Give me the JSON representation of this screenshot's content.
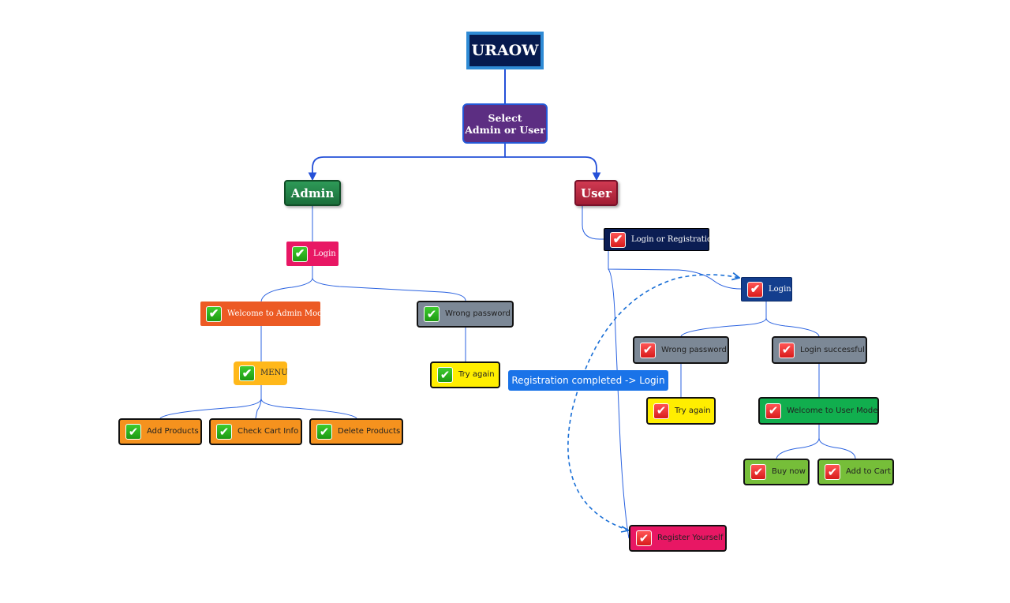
{
  "diagram": {
    "root": {
      "label": "URAOW"
    },
    "select": {
      "label": "Select Admin or User"
    },
    "admin": {
      "label": "Admin",
      "login": "Login",
      "welcome": "Welcome to Admin Mode",
      "wrong_password": "Wrong password",
      "menu": "MENU",
      "try_again": "Try again",
      "add_products": "Add Products",
      "check_cart_info": "Check Cart Info",
      "delete_products": "Delete Products"
    },
    "user": {
      "label": "User",
      "login_or_registration": "Login or Registration",
      "login": "Login",
      "wrong_password": "Wrong password",
      "login_successful": "Login successful",
      "try_again": "Try again",
      "welcome": "Welcome to User Mode",
      "buy_now": "Buy now",
      "add_to_cart": "Add to Cart",
      "register_yourself": "Register Yourself"
    },
    "annotation": {
      "label": "Registration completed -> Login"
    }
  },
  "icons": {
    "admin_branch": "green-check-icon",
    "user_branch": "red-check-icon"
  },
  "colors": {
    "connector": "#2a62e0",
    "dashed_connector": "#1a6fd6",
    "root_fill": "#061a4e",
    "select_fill": "#5c2e82",
    "admin_fill": "#1f7f44",
    "user_fill": "#b9243c",
    "annotation_fill": "#1a73e8"
  }
}
